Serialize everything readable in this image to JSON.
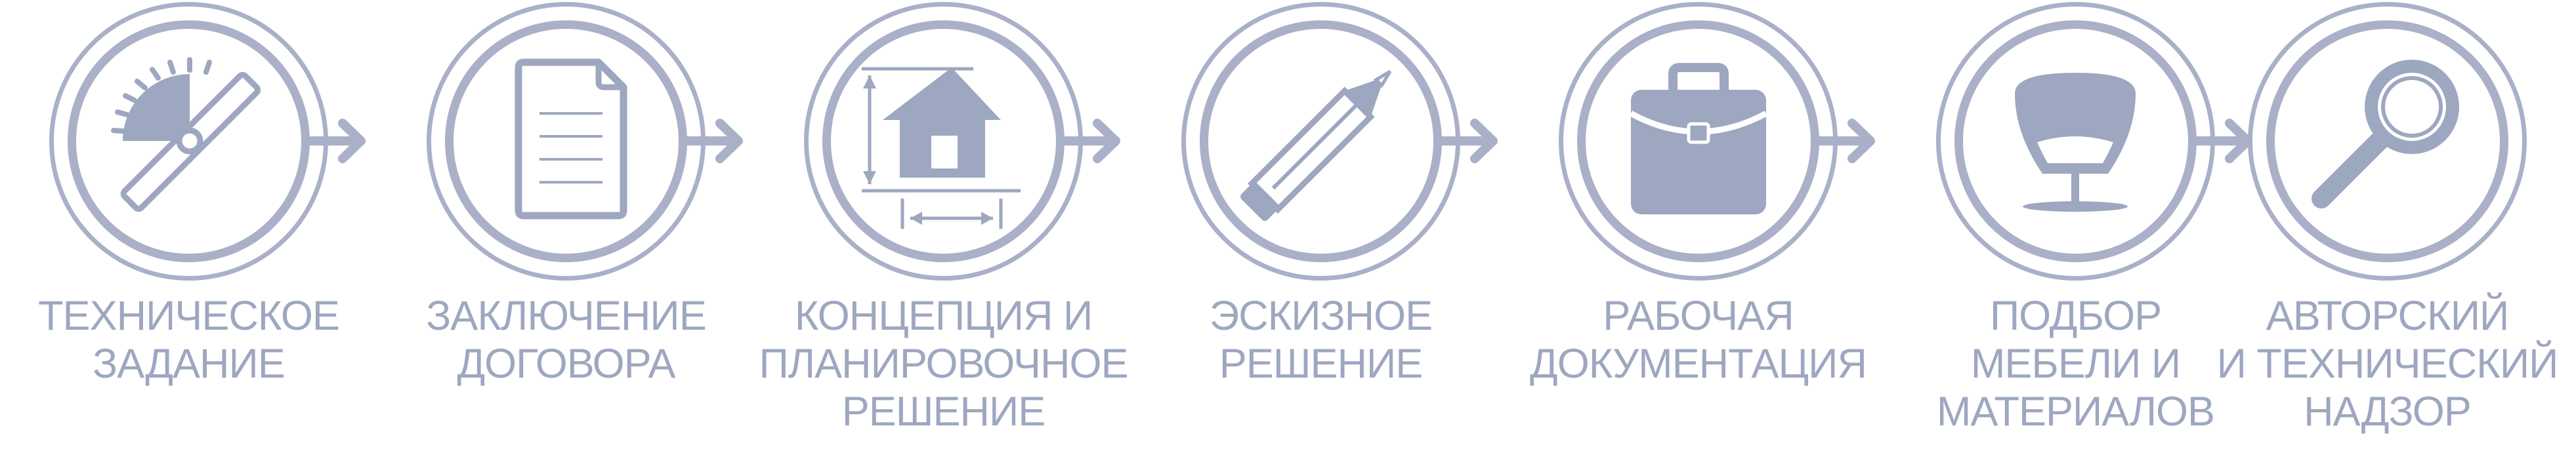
{
  "theme": {
    "accent": "#9ea7c0",
    "ring": "#a9b0c8",
    "background": "#ffffff"
  },
  "steps": [
    {
      "icon": "protractor-icon",
      "lines": [
        "ТЕХНИЧЕСКОЕ",
        "ЗАДАНИЕ"
      ]
    },
    {
      "icon": "document-icon",
      "lines": [
        "ЗАКЛЮЧЕНИЕ",
        "ДОГОВОРА"
      ]
    },
    {
      "icon": "house-plan-icon",
      "lines": [
        "КОНЦЕПЦИЯ И",
        "ПЛАНИРОВОЧНОЕ",
        "РЕШЕНИЕ"
      ]
    },
    {
      "icon": "pencil-icon",
      "lines": [
        "ЭСКИЗНОЕ",
        "РЕШЕНИЕ"
      ]
    },
    {
      "icon": "briefcase-icon",
      "lines": [
        "РАБОЧАЯ",
        "ДОКУМЕНТАЦИЯ"
      ]
    },
    {
      "icon": "chair-icon",
      "lines": [
        "ПОДБОР",
        "МЕБЕЛИ И",
        "МАТЕРИАЛОВ"
      ]
    },
    {
      "icon": "magnifier-icon",
      "lines": [
        "АВТОРСКИЙ",
        "И ТЕХНИЧЕСКИЙ",
        "НАДЗОР"
      ]
    }
  ]
}
